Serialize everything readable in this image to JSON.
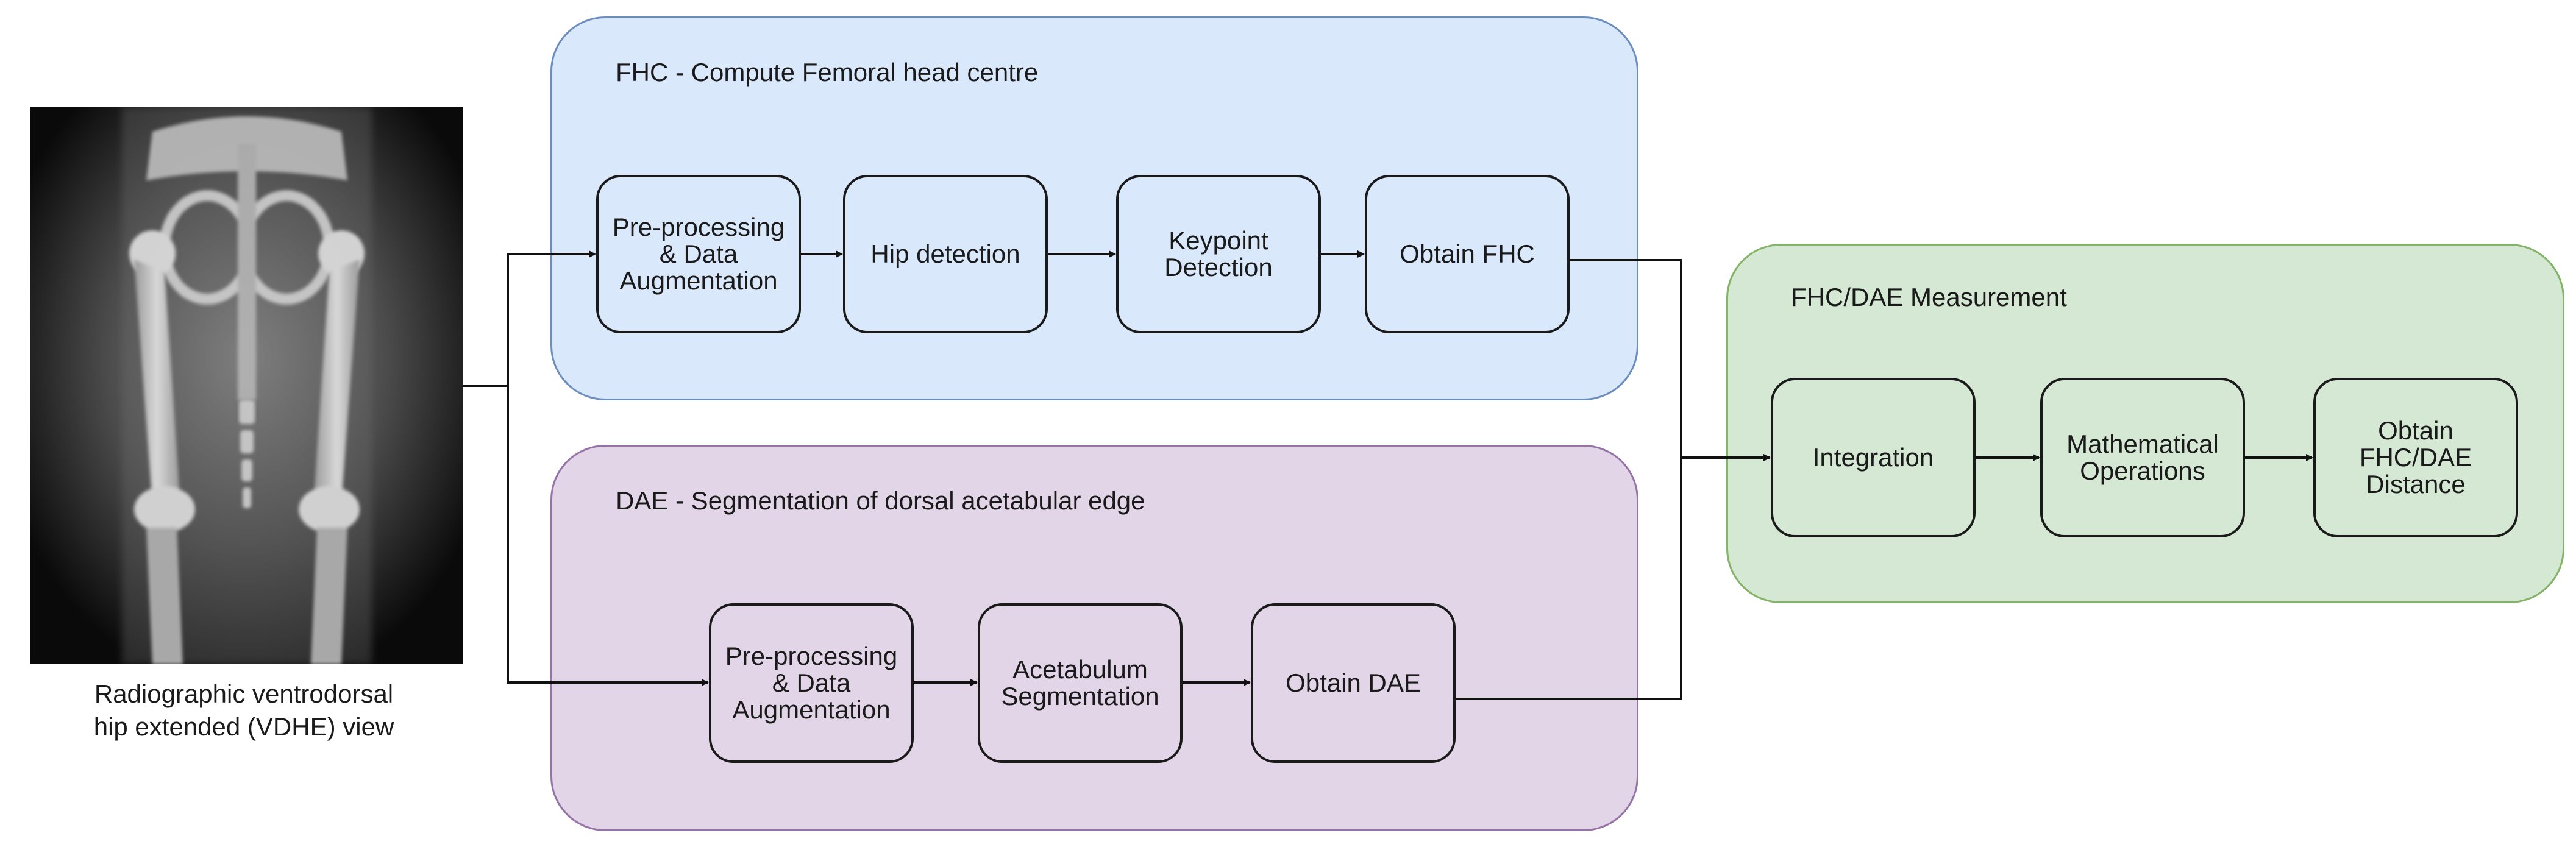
{
  "input": {
    "caption": "Radiographic ventrodorsal\nhip extended (VDHE) view"
  },
  "groups": {
    "fhc": {
      "title": "FHC - Compute Femoral head centre",
      "fill": "#dae8fc",
      "stroke": "#6c8ebf",
      "steps": [
        "Pre-processing\n& Data\nAugmentation",
        "Hip detection",
        "Keypoint\nDetection",
        "Obtain FHC"
      ]
    },
    "dae": {
      "title": "DAE - Segmentation of dorsal acetabular edge",
      "fill": "#e1d5e7",
      "stroke": "#9673a6",
      "steps": [
        "Pre-processing\n& Data\nAugmentation",
        "Acetabulum\nSegmentation",
        "Obtain DAE"
      ]
    },
    "measure": {
      "title": "FHC/DAE Measurement",
      "fill": "#d5e8d4",
      "stroke": "#82b366",
      "steps": [
        "Integration",
        "Mathematical\nOperations",
        "Obtain\nFHC/DAE\nDistance"
      ]
    }
  }
}
